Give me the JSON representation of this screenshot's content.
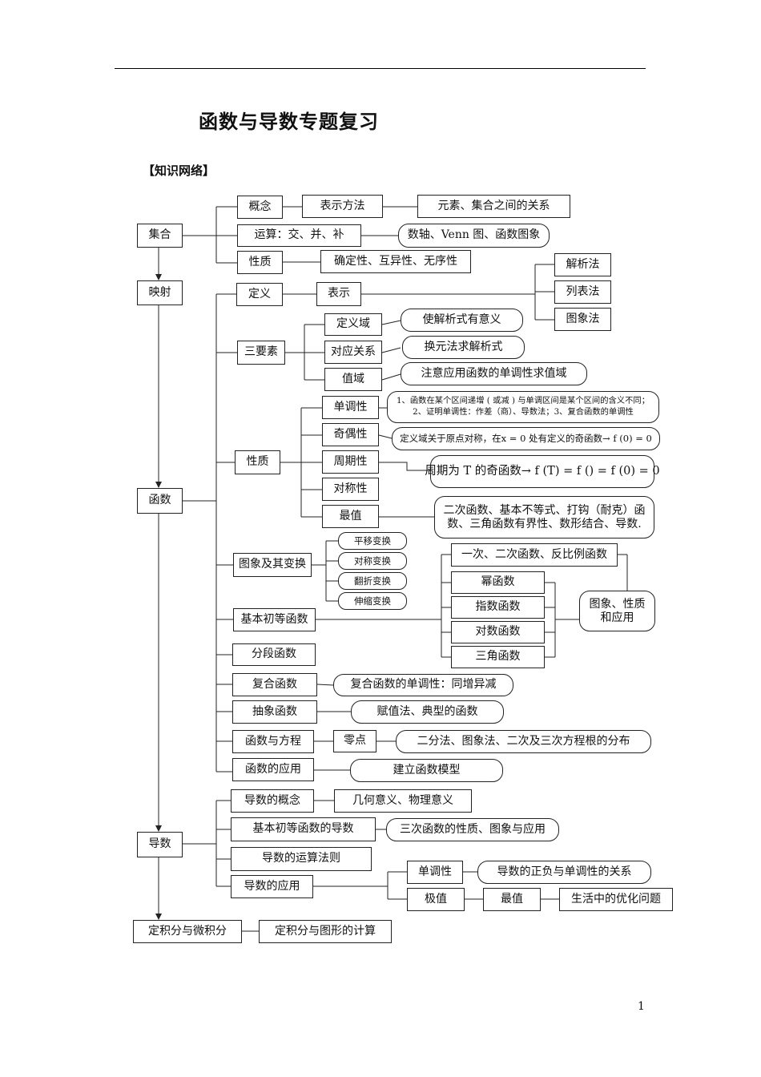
{
  "title": "函数与导数专题复习",
  "section": "【知识网络】",
  "page_number": "1",
  "nodes": {
    "jihe": "集合",
    "gainian": "概念",
    "biaoshifangfa": "表示方法",
    "yuansu": "元素、集合之间的关系",
    "yunsuan": "运算：交、并、补",
    "shuzhou": "数轴、Venn 图、函数图象",
    "xingzhi1": "性质",
    "queding": "确定性、互异性、无序性",
    "yingshe": "映射",
    "dingyi": "定义",
    "biaoshi": "表示",
    "jiexifa": "解析法",
    "liebiaofa": "列表法",
    "tuxiangfa": "图象法",
    "sanyaosu": "三要素",
    "dingyiyu": "定义域",
    "shijiexi": "使解析式有意义",
    "duiying": "对应关系",
    "huanyuan": "换元法求解析式",
    "zhiyu": "值域",
    "zhuyi": "注意应用函数的单调性求值域",
    "hanshu": "函数",
    "xingzhi2": "性质",
    "dandiao": "单调性",
    "dandiao_note": "1、函数在某个区间递增 ( 或减 ) 与单调区间是某个区间的含义不同；2、证明单调性：作差（商）、导数法；3、复合函数的单调性",
    "jiou": "奇偶性",
    "jiou_note": "定义域关于原点对称，在x = 0 处有定义的奇函数→ f (0) = 0",
    "zhouqi": "周期性",
    "zhouqi_note": "周期为 T 的奇函数→ f (T) = f () = f (0) = 0",
    "duichen": "对称性",
    "zuizhi": "最值",
    "zuizhi_note": "二次函数、基本不等式、打钩（耐克）函数、三角函数有界性、数形结合、导数.",
    "tuxiang": "图象及其变换",
    "pingyi": "平移变换",
    "duichenbh": "对称变换",
    "fanzhe": "翻折变换",
    "shensuo": "伸缩变换",
    "jichu": "基本初等函数",
    "yici": "一次、二次函数、反比例函数",
    "mi": "幂函数",
    "zhishu": "指数函数",
    "duishu": "对数函数",
    "sanjiao": "三角函数",
    "tuxiangxingzhi": "图象、性质和应用",
    "fenduan": "分段函数",
    "fuhe": "复合函数",
    "fuhe_note": "复合函数的单调性：同增异减",
    "chouxiang": "抽象函数",
    "chouxiang_note": "赋值法、典型的函数",
    "fangcheng": "函数与方程",
    "lingdian": "零点",
    "lingdian_note": "二分法、图象法、二次及三次方程根的分布",
    "yingyong": "函数的应用",
    "jianli": "建立函数模型",
    "daoshu": "导数",
    "daoshugainian": "导数的概念",
    "jihe_yiyi": "几何意义、物理意义",
    "jichudaoshu": "基本初等函数的导数",
    "sanci": "三次函数的性质、图象与应用",
    "yunsuanfaze": "导数的运算法则",
    "daoshuyingyong": "导数的应用",
    "dandiao2": "单调性",
    "zhengfu": "导数的正负与单调性的关系",
    "jizhi": "极值",
    "zuizhi2": "最值",
    "youhua": "生活中的优化问题",
    "dingjifen": "定积分与微积分",
    "dingjifen_note": "定积分与图形的计算"
  }
}
